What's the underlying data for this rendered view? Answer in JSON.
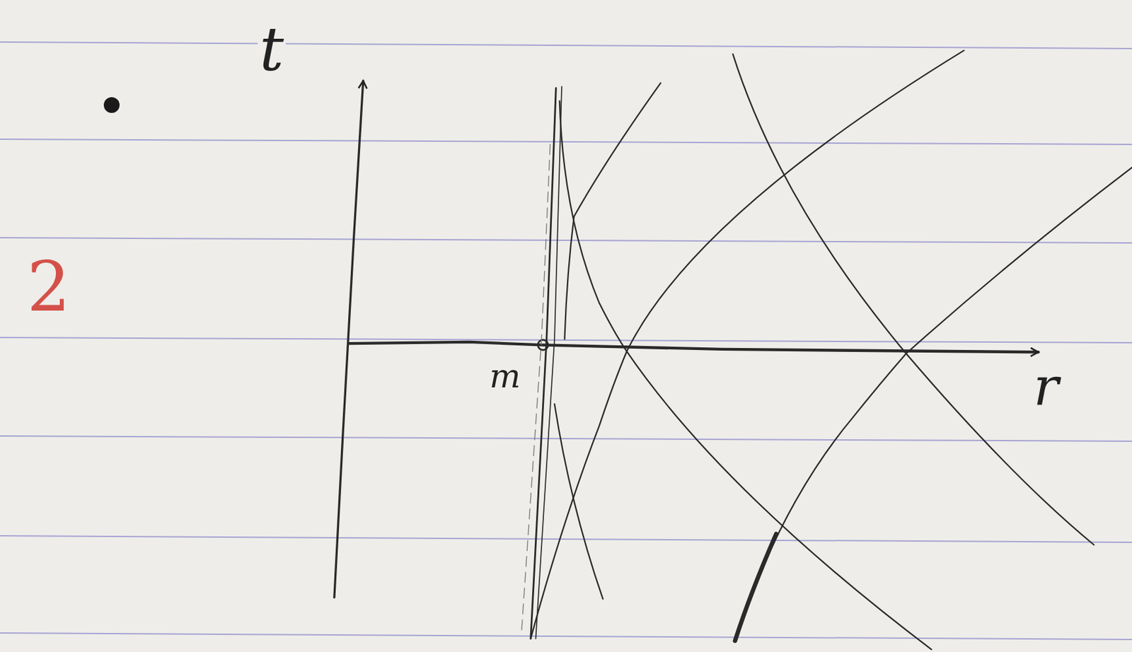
{
  "diagram": {
    "labels": [
      "2",
      "t",
      "m",
      "r"
    ]
  }
}
